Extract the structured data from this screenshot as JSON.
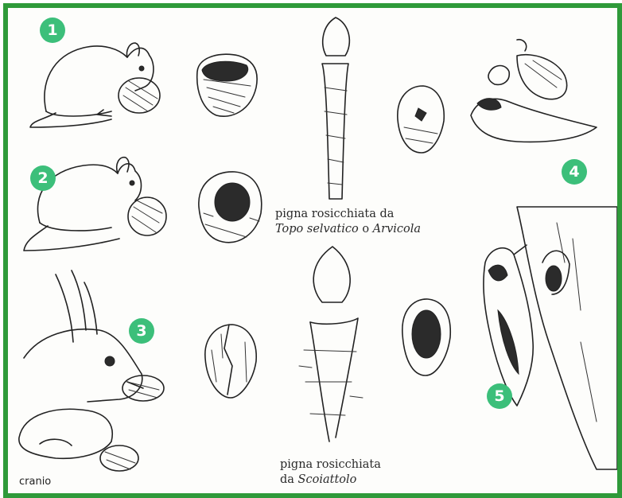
{
  "badges": [
    "1",
    "2",
    "3",
    "4",
    "5"
  ],
  "captions": {
    "pine_mouse_line1": "pigna rosicchiata da",
    "pine_mouse_italic1": "Topo selvatico",
    "pine_mouse_mid": " o ",
    "pine_mouse_italic2": "Arvicola",
    "pine_squirrel_line1": "pigna rosicchiata",
    "pine_squirrel_prefix": "da ",
    "pine_squirrel_italic": "Scoiattolo",
    "skull": "cranio"
  },
  "colors": {
    "frame": "#2f9a3a",
    "badge": "#3cbf7a",
    "ink": "#222222"
  }
}
